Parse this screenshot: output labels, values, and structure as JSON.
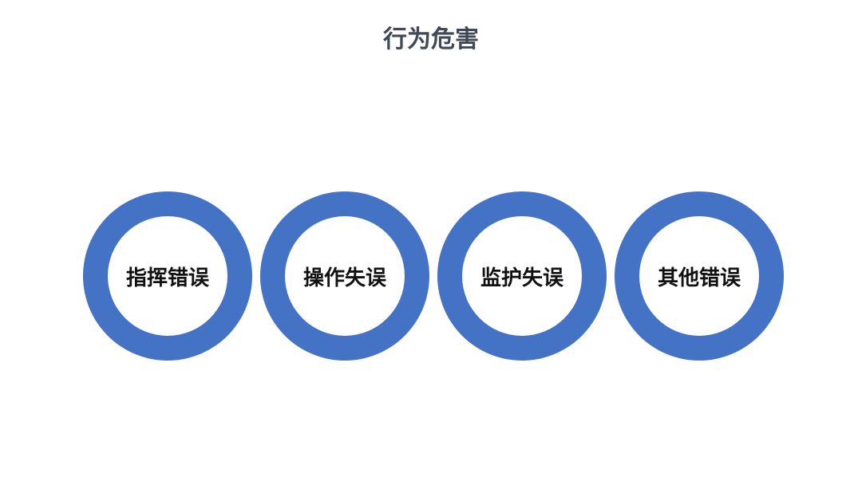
{
  "title": "行为危害",
  "colors": {
    "ring": "#4472c4",
    "title_text": "#404a57",
    "label_text": "#111111",
    "background": "#ffffff"
  },
  "items": [
    {
      "label": "指挥错误"
    },
    {
      "label": "操作失误"
    },
    {
      "label": "监护失误"
    },
    {
      "label": "其他错误"
    }
  ]
}
